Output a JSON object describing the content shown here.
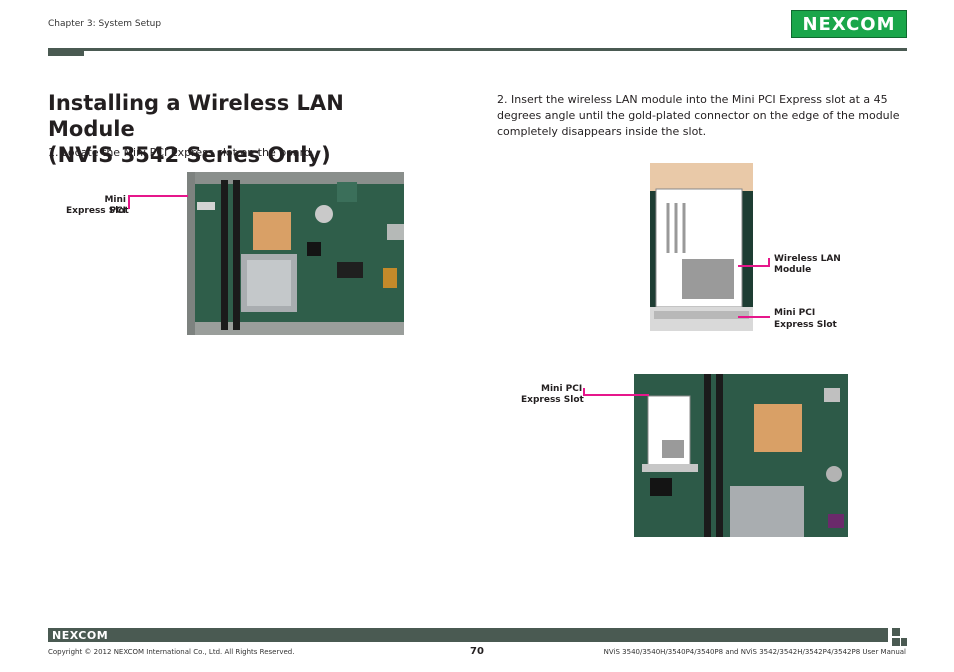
{
  "header": {
    "chapter": "Chapter 3: System Setup",
    "logo_text": "NEXCOM"
  },
  "title": {
    "line1": "Installing a Wireless LAN Module",
    "line2": "(NViS 3542 Series Only)"
  },
  "steps": {
    "step1": "1. Locate the Mini PCI Express slot on the board.",
    "step2": "2. Insert the wireless LAN module into the Mini PCI Express slot at a 45 degrees angle until the gold-plated connector on the edge of the module completely disappears inside the slot."
  },
  "callouts": {
    "photo1_slot_line1": "Mini PCI",
    "photo1_slot_line2": "Express Slot",
    "photo2_module_line1": "Wireless LAN",
    "photo2_module_line2": "Module",
    "photo2_slot_line1": "Mini PCI",
    "photo2_slot_line2": "Express Slot",
    "photo3_slot_line1": "Mini PCI",
    "photo3_slot_line2": "Express Slot"
  },
  "footer": {
    "logo_text": "NEXCOM",
    "copyright": "Copyright © 2012 NEXCOM International Co., Ltd. All Rights Reserved.",
    "page_number": "70",
    "manual": "NViS 3540/3540H/3540P4/3540P8 and NViS 3542/3542H/3542P4/3542P8 User Manual"
  },
  "colors": {
    "accent_bar": "#4a5a52",
    "logo_green": "#1aa64a",
    "callout_line": "#e6178b"
  }
}
